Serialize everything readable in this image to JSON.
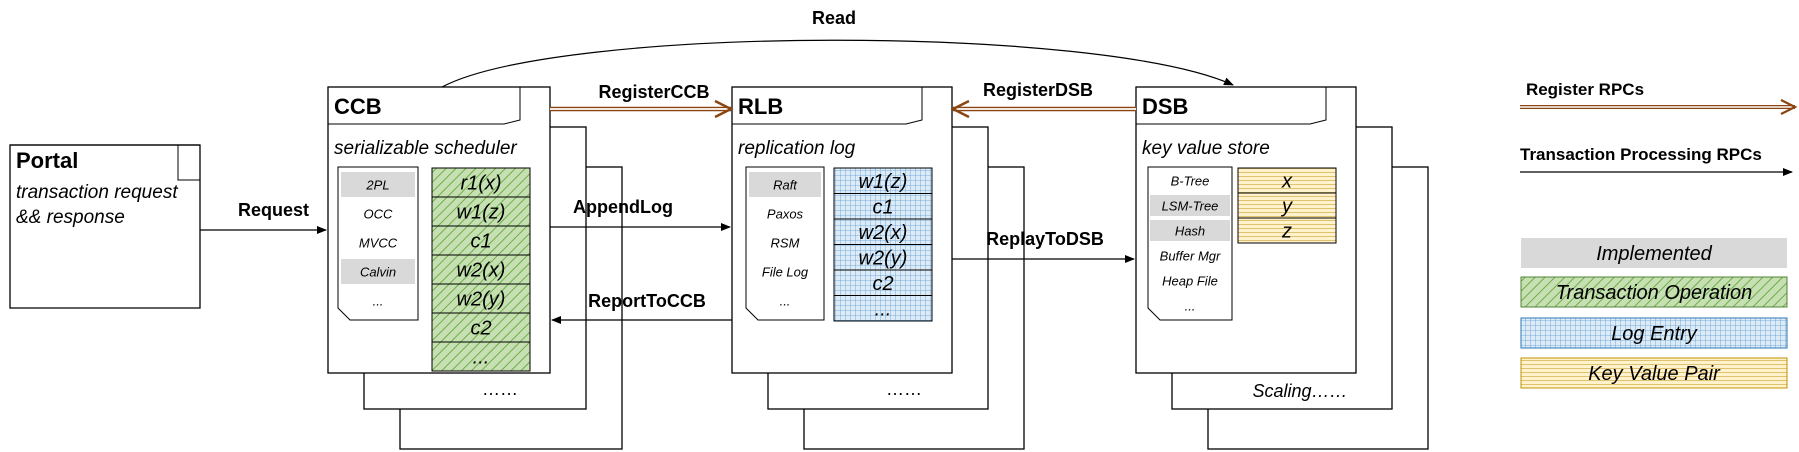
{
  "colors": {
    "register_arrow": "#8B4513",
    "implemented_fill": "#d9d9d9",
    "txn_op_fill": "#a9d08e",
    "log_entry_fill": "#bdd7ee",
    "kv_fill": "#ffe699",
    "line": "#000000"
  },
  "portal": {
    "title": "Portal",
    "line1": "transaction request",
    "line2": "&& response"
  },
  "ccb": {
    "title": "CCB",
    "subtitle": "serializable scheduler",
    "schedulers": [
      {
        "label": "2PL",
        "implemented": true
      },
      {
        "label": "OCC",
        "implemented": false
      },
      {
        "label": "MVCC",
        "implemented": false
      },
      {
        "label": "Calvin",
        "implemented": true
      },
      {
        "label": "...",
        "implemented": false
      }
    ],
    "ops": [
      "r1(x)",
      "w1(z)",
      "c1",
      "w2(x)",
      "w2(y)",
      "c2",
      "..."
    ],
    "more": "……"
  },
  "rlb": {
    "title": "RLB",
    "subtitle": "replication log",
    "protocols": [
      {
        "label": "Raft",
        "implemented": true
      },
      {
        "label": "Paxos",
        "implemented": false
      },
      {
        "label": "RSM",
        "implemented": false
      },
      {
        "label": "File Log",
        "implemented": false
      },
      {
        "label": "...",
        "implemented": false
      }
    ],
    "entries": [
      "w1(z)",
      "c1",
      "w2(x)",
      "w2(y)",
      "c2",
      "..."
    ],
    "more": "……"
  },
  "dsb": {
    "title": "DSB",
    "subtitle": "key value store",
    "engines": [
      {
        "label": "B-Tree",
        "implemented": false
      },
      {
        "label": "LSM-Tree",
        "implemented": true
      },
      {
        "label": "Hash",
        "implemented": true
      },
      {
        "label": "Buffer Mgr",
        "implemented": false
      },
      {
        "label": "Heap File",
        "implemented": false
      },
      {
        "label": "...",
        "implemented": false
      }
    ],
    "keys": [
      "x",
      "y",
      "z"
    ],
    "more": "Scaling……"
  },
  "arrows": {
    "read": "Read",
    "request": "Request",
    "register_ccb": "RegisterCCB",
    "register_dsb": "RegisterDSB",
    "append_log": "AppendLog",
    "report_to_ccb": "ReportToCCB",
    "replay_to_dsb": "ReplayToDSB"
  },
  "legend": {
    "register_rpcs": "Register RPCs",
    "txn_rpcs": "Transaction Processing RPCs",
    "implemented": "Implemented",
    "transaction_operation": "Transaction Operation",
    "log_entry": "Log Entry",
    "key_value_pair": "Key Value Pair"
  }
}
